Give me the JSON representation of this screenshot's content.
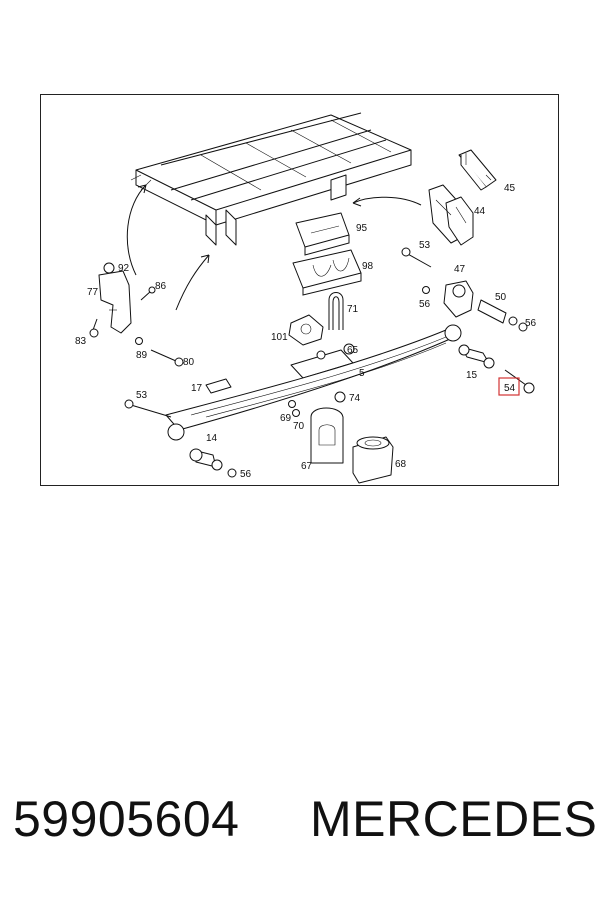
{
  "diagram": {
    "callouts": {
      "c45": "45",
      "c44": "44",
      "c95": "95",
      "c98": "98",
      "c53a": "53",
      "c47": "47",
      "c56a": "56",
      "c50": "50",
      "c56b": "56",
      "c71": "71",
      "c101": "101",
      "c65": "65",
      "c92": "92",
      "c86": "86",
      "c77": "77",
      "c83": "83",
      "c89": "89",
      "c80": "80",
      "c5": "5",
      "c15": "15",
      "c54": "54",
      "c17": "17",
      "c53b": "53",
      "c74": "74",
      "c69": "69",
      "c70": "70",
      "c14": "14",
      "c67": "67",
      "c68": "68",
      "c56c": "56"
    },
    "highlighted_callout": "54",
    "highlight_color": "#d33333"
  },
  "footer": {
    "part_number": "59905604",
    "brand": "MERCEDES"
  }
}
